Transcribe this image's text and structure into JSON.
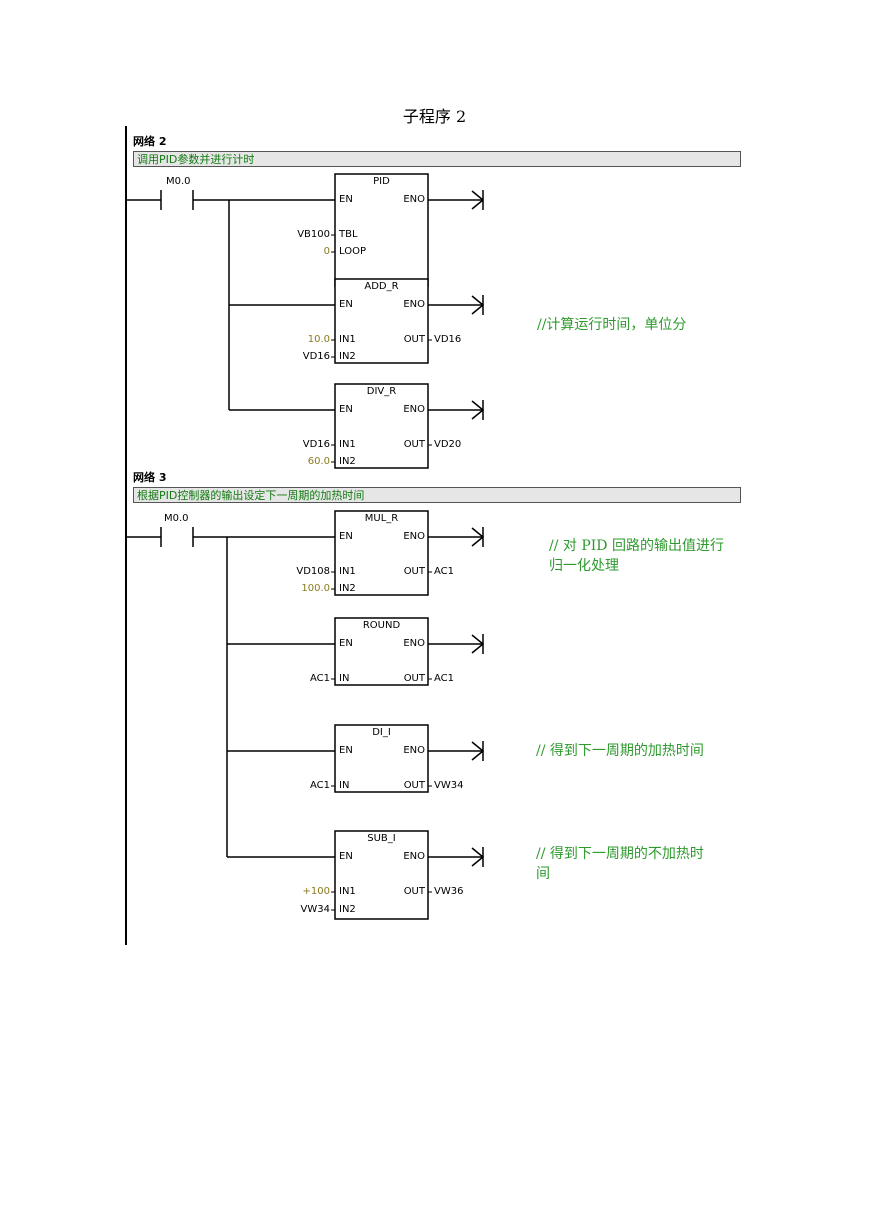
{
  "page": {
    "title": "子程序 2"
  },
  "networks": [
    {
      "label": "网络 2",
      "comment": "调用PID参数并进行计时",
      "contact": "M0.0",
      "blocks": [
        {
          "name": "PID",
          "en": "EN",
          "eno": "ENO",
          "inputs": [
            {
              "pin": "TBL",
              "value": "VB100"
            },
            {
              "pin": "LOOP",
              "value": "0"
            }
          ],
          "outputs": []
        },
        {
          "name": "ADD_R",
          "en": "EN",
          "eno": "ENO",
          "inputs": [
            {
              "pin": "IN1",
              "value": "10.0"
            },
            {
              "pin": "IN2",
              "value": "VD16"
            }
          ],
          "outputs": [
            {
              "pin": "OUT",
              "value": "VD16"
            }
          ],
          "note": "//计算运行时间，单位分"
        },
        {
          "name": "DIV_R",
          "en": "EN",
          "eno": "ENO",
          "inputs": [
            {
              "pin": "IN1",
              "value": "VD16"
            },
            {
              "pin": "IN2",
              "value": "60.0"
            }
          ],
          "outputs": [
            {
              "pin": "OUT",
              "value": "VD20"
            }
          ]
        }
      ]
    },
    {
      "label": "网络 3",
      "comment": "根据PID控制器的输出设定下一周期的加热时间",
      "contact": "M0.0",
      "blocks": [
        {
          "name": "MUL_R",
          "en": "EN",
          "eno": "ENO",
          "inputs": [
            {
              "pin": "IN1",
              "value": "VD108"
            },
            {
              "pin": "IN2",
              "value": "100.0"
            }
          ],
          "outputs": [
            {
              "pin": "OUT",
              "value": "AC1"
            }
          ],
          "note": "//  对 PID 回路的输出值进行归一化处理"
        },
        {
          "name": "ROUND",
          "en": "EN",
          "eno": "ENO",
          "inputs": [
            {
              "pin": "IN",
              "value": "AC1"
            }
          ],
          "outputs": [
            {
              "pin": "OUT",
              "value": "AC1"
            }
          ]
        },
        {
          "name": "DI_I",
          "en": "EN",
          "eno": "ENO",
          "inputs": [
            {
              "pin": "IN",
              "value": "AC1"
            }
          ],
          "outputs": [
            {
              "pin": "OUT",
              "value": "VW34"
            }
          ],
          "note": "//  得到下一周期的加热时间"
        },
        {
          "name": "SUB_I",
          "en": "EN",
          "eno": "ENO",
          "inputs": [
            {
              "pin": "IN1",
              "value": "+100"
            },
            {
              "pin": "IN2",
              "value": "VW34"
            }
          ],
          "outputs": [
            {
              "pin": "OUT",
              "value": "VW36"
            }
          ],
          "note": "//    得到下一周期的不加热时间"
        }
      ]
    }
  ],
  "colors": {
    "comment_text": "#117a11",
    "constant_text": "#8a7a1e",
    "note_text": "#2e9a2e",
    "comment_bg": "#e6e6e6"
  }
}
